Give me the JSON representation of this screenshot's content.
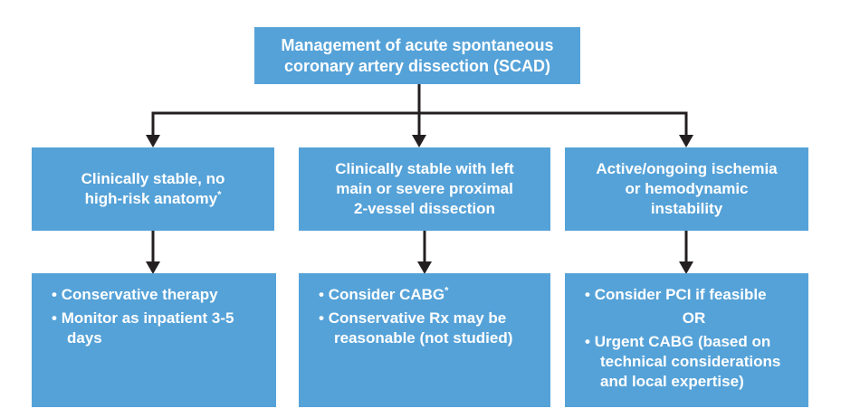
{
  "ui": {
    "bullet_char": "•"
  },
  "colors": {
    "node_fill": "#55a2d8",
    "node_text": "#ffffff",
    "connector": "#231f20",
    "background": "#ffffff"
  },
  "flowchart": {
    "root": {
      "lines": [
        "Management of acute spontaneous",
        "coronary artery dissection (SCAD)"
      ]
    },
    "branches": [
      {
        "condition": {
          "lines": [
            "Clinically stable, no",
            "high-risk anatomy"
          ],
          "superscript": "*"
        },
        "action": {
          "bullets": [
            "Conservative therapy",
            "Monitor as inpatient 3-5 days"
          ]
        }
      },
      {
        "condition": {
          "lines": [
            "Clinically stable with left",
            "main or severe proximal",
            "2-vessel dissection"
          ]
        },
        "action": {
          "bullets": [
            "Consider CABG",
            "Conservative Rx may be reasonable (not studied)"
          ],
          "bullet0_superscript": "*"
        }
      },
      {
        "condition": {
          "lines": [
            "Active/ongoing ischemia",
            "or hemodynamic",
            "instability"
          ]
        },
        "action": {
          "bullets": [
            "Consider PCI if feasible",
            "Urgent CABG (based on technical considerations and local expertise)"
          ],
          "connector_label": "OR"
        }
      }
    ]
  }
}
